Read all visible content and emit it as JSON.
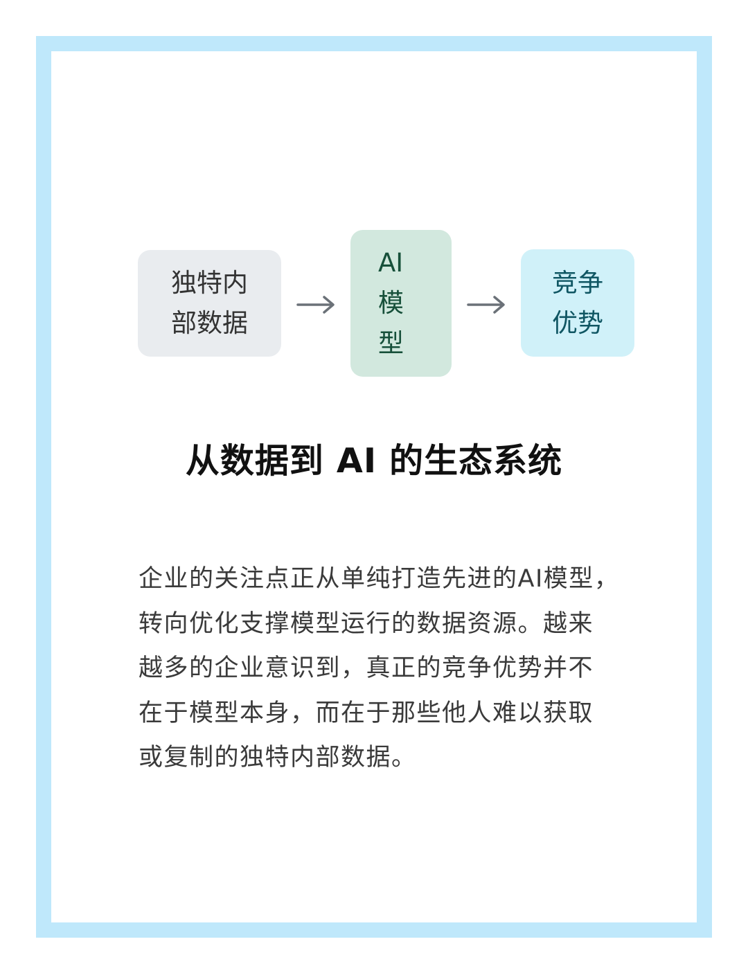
{
  "colors": {
    "frame_border": "#bfe8fb",
    "box_data_bg": "#e9ecef",
    "box_model_bg": "#d2e8de",
    "box_advantage_bg": "#d0f1f9",
    "arrow": "#6b7178"
  },
  "diagram": {
    "nodes": [
      {
        "id": "internal-data",
        "lines": [
          "独特内",
          "部数据"
        ]
      },
      {
        "id": "ai-model",
        "lines": [
          "AI",
          "模",
          "型"
        ]
      },
      {
        "id": "competitive-advantage",
        "lines": [
          "竞争",
          "优势"
        ]
      }
    ],
    "edges": [
      {
        "from": "internal-data",
        "to": "ai-model",
        "icon": "arrow-right-icon"
      },
      {
        "from": "ai-model",
        "to": "competitive-advantage",
        "icon": "arrow-right-icon"
      }
    ]
  },
  "title": "从数据到 AI 的生态系统",
  "body": {
    "lines": [
      "企业的关注点正从单纯打造先进的AI模型，",
      "转向优化支撑模型运行的数据资源。越来",
      "越多的企业意识到，真正的竞争优势并不",
      "在于模型本身，而在于那些他人难以获取",
      "或复制的独特内部数据。"
    ]
  }
}
